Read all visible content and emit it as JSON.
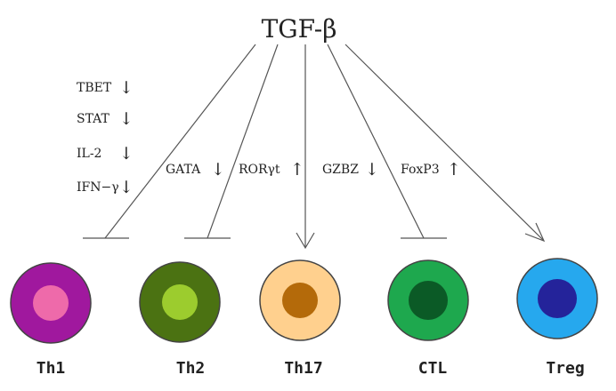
{
  "title": "TGF-β",
  "left_markers": [
    {
      "label": "TBET",
      "arrow": "↓"
    },
    {
      "label": "STAT",
      "arrow": "↓"
    },
    {
      "label": "IL-2",
      "arrow": "↓"
    },
    {
      "label": "IFN−γ",
      "arrow": "↓"
    }
  ],
  "branch_labels": [
    {
      "label": "GATA",
      "arrow": "↓"
    },
    {
      "label": "RORγt",
      "arrow": "↑"
    },
    {
      "label": "GZBZ",
      "arrow": "↓"
    },
    {
      "label": "FoxP3",
      "arrow": "↑"
    }
  ],
  "cells": [
    {
      "name": "Th1",
      "effect": "inhibit",
      "outer_color": "#a0189e",
      "inner_color": "#ee6aaa"
    },
    {
      "name": "Th2",
      "effect": "inhibit",
      "outer_color": "#4b7212",
      "inner_color": "#9ccc2e"
    },
    {
      "name": "Th17",
      "effect": "promote",
      "outer_color": "#ffd08e",
      "inner_color": "#b46a0a"
    },
    {
      "name": "CTL",
      "effect": "inhibit",
      "outer_color": "#1ea84e",
      "inner_color": "#0b5a26"
    },
    {
      "name": "Treg",
      "effect": "promote",
      "outer_color": "#26a8ee",
      "inner_color": "#24239a"
    }
  ]
}
